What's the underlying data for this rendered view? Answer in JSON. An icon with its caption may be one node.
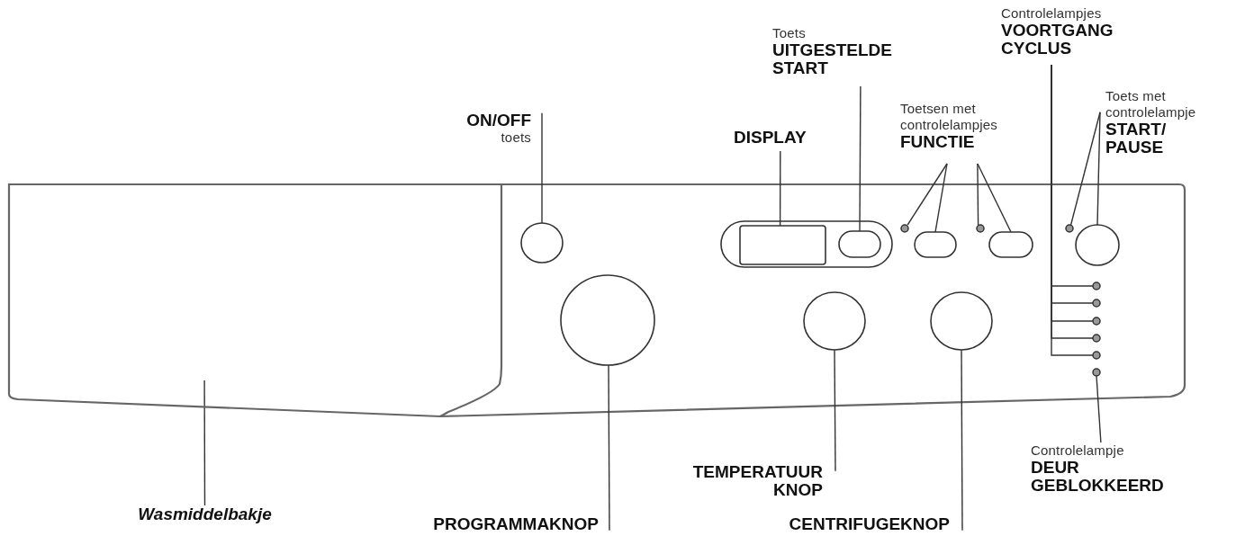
{
  "diagram": {
    "nodes": [
      {
        "text": [
          "ON/OFF",
          "toets"
        ]
      },
      {
        "text": [
          "DISPLAY"
        ]
      },
      {
        "text": [
          "Toets",
          "UITGESTELDE START"
        ]
      },
      {
        "text": [
          "Toetsen met controlelampjes",
          "FUNCTIE"
        ]
      },
      {
        "text": [
          "Controlelampjes",
          "VOORTGANG CYCLUS"
        ]
      },
      {
        "text": [
          "Toets met controlelampje",
          "START/ PAUSE"
        ]
      },
      {
        "text": [
          "Wasmiddelbakje"
        ]
      },
      {
        "text": [
          "PROGRAMMAKNOP"
        ]
      },
      {
        "text": [
          "TEMPERATUUR KNOP"
        ]
      },
      {
        "text": [
          "CENTRIFUGEKNOP"
        ]
      },
      {
        "text": [
          "Controlelampje",
          "DEUR GEBLOKKEERD"
        ]
      },
      {
        "text": [],
        "shape": "box"
      },
      {
        "text": [],
        "shape": "circle"
      },
      {
        "text": [],
        "shape": "box"
      },
      {
        "text": [],
        "shape": "oval"
      },
      {
        "text": [],
        "shape": "circle"
      },
      {
        "text": [],
        "shape": "oval"
      },
      {
        "text": [],
        "shape": "circle"
      },
      {
        "text": [],
        "shape": "oval"
      },
      {
        "text": [],
        "shape": "circle"
      },
      {
        "text": [],
        "shape": "circle"
      },
      {
        "text": [],
        "shape": "circle"
      },
      {
        "text": [],
        "shape": "circle"
      },
      {
        "text": [],
        "shape": "circle"
      },
      {
        "text": [],
        "shape": "circle"
      },
      {
        "text": [],
        "shape": "circle"
      },
      {
        "text": [],
        "shape": "circle"
      },
      {
        "text": [],
        "shape": "circle"
      },
      {
        "text": [],
        "shape": "circle"
      },
      {
        "text": [],
        "shape": "circle"
      }
    ],
    "edges": [
      {
        "from": 0,
        "to": 12,
        "arrow": "none"
      },
      {
        "from": 1,
        "to": 13,
        "arrow": "none"
      },
      {
        "from": 2,
        "to": 14,
        "arrow": "none"
      },
      {
        "from": 3,
        "to": 15,
        "arrow": "none"
      },
      {
        "from": 3,
        "to": 16,
        "arrow": "none"
      },
      {
        "from": 3,
        "to": 17,
        "arrow": "none"
      },
      {
        "from": 3,
        "to": 18,
        "arrow": "none"
      },
      {
        "from": 4,
        "to": 24,
        "arrow": "none"
      },
      {
        "from": 4,
        "to": 25,
        "arrow": "none"
      },
      {
        "from": 4,
        "to": 26,
        "arrow": "none"
      },
      {
        "from": 4,
        "to": 27,
        "arrow": "none"
      },
      {
        "from": 4,
        "to": 28,
        "arrow": "none"
      },
      {
        "from": 5,
        "to": 19,
        "arrow": "none"
      },
      {
        "from": 5,
        "to": 20,
        "arrow": "none"
      },
      {
        "from": 6,
        "to": 11,
        "arrow": "none"
      },
      {
        "from": 7,
        "to": 21,
        "arrow": "none"
      },
      {
        "from": 8,
        "to": 22,
        "arrow": "none"
      },
      {
        "from": 9,
        "to": 23,
        "arrow": "none"
      },
      {
        "from": 10,
        "to": 29,
        "arrow": "none"
      }
    ]
  }
}
